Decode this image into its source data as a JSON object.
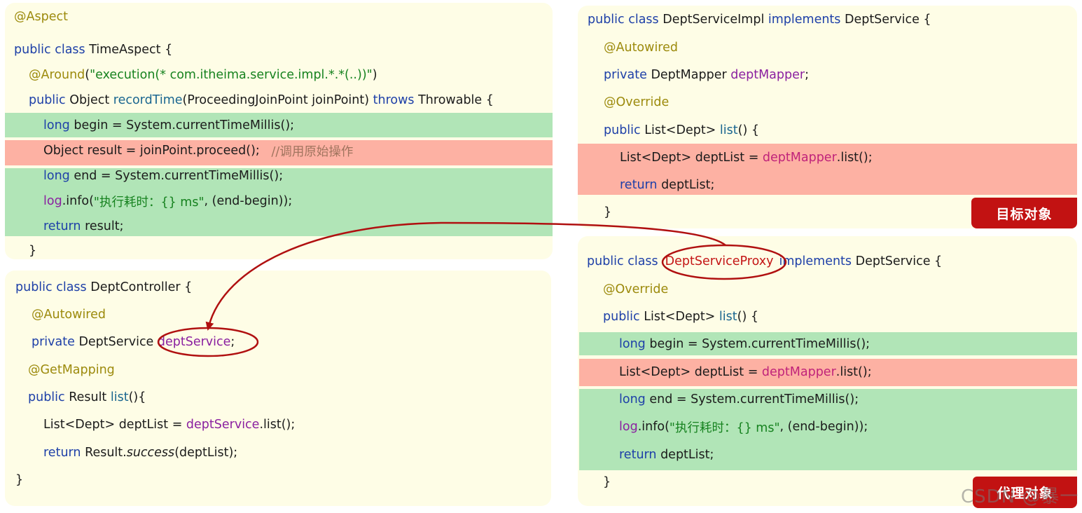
{
  "aspect_panel": {
    "l1": "@Aspect",
    "l2_kw": "public class",
    "l2_name": " TimeAspect {",
    "l3_ann": "@Around",
    "l3_open": "(",
    "l3_str": "\"execution(* com.itheima.service.impl.*.*(..))\"",
    "l3_close": ")",
    "l4_kw": "public",
    "l4_type": " Object ",
    "l4_method": "recordTime",
    "l4_params": "(ProceedingJoinPoint joinPoint) ",
    "l4_throws": "throws",
    "l4_end": " Throwable {",
    "l5_kw": "long",
    "l5_rest": " begin = System.currentTimeMillis();",
    "l6_code": "Object result = joinPoint.proceed();   ",
    "l6_comment": "//调用原始操作",
    "l7_kw": "long",
    "l7_rest": " end = System.currentTimeMillis();",
    "l8_log": "log",
    "l8_info": ".info(",
    "l8_str": "\"执行耗时：{} ms\"",
    "l8_rest": ", (end-begin));",
    "l9_kw": "return",
    "l9_rest": " result;",
    "l10": "}"
  },
  "controller_panel": {
    "l1_kw": "public class",
    "l1_rest": " DeptController {",
    "l2_ann": "@Autowired",
    "l3_kw": "private",
    "l3_type": " DeptService ",
    "l3_field": "deptService",
    "l3_end": ";",
    "l4_ann": "@GetMapping",
    "l5_kw": "public",
    "l5_type": " Result ",
    "l5_method": "list",
    "l5_end": "(){",
    "l6_start": "List<Dept> deptList = ",
    "l6_field": "deptService",
    "l6_end": ".list();",
    "l7_kw": "return",
    "l7_mid": " Result.",
    "l7_it": "success",
    "l7_end": "(deptList);",
    "l8": "}"
  },
  "impl_panel": {
    "l1_kw": "public class",
    "l1_name": " DeptServiceImpl ",
    "l1_impl": "implements",
    "l1_end": " DeptService {",
    "l2_ann": "@Autowired",
    "l3_kw": "private",
    "l3_type": " DeptMapper ",
    "l3_field": "deptMapper",
    "l3_end": ";",
    "l4_ann": "@Override",
    "l5_kw": "public",
    "l5_type": " List<Dept> ",
    "l5_method": "list",
    "l5_end": "() {",
    "l6_start": "List<Dept> deptList = ",
    "l6_field": "deptMapper",
    "l6_end": ".list();",
    "l7_kw": "return",
    "l7_rest": " deptList;",
    "l8": "}",
    "tag": "目标对象"
  },
  "proxy_panel": {
    "l1_kw": "public class",
    "l1_name": "DeptServiceProxy",
    "l1_impl": "implements",
    "l1_end": " DeptService {",
    "l2_ann": "@Override",
    "l3_kw": "public",
    "l3_type": " List<Dept> ",
    "l3_method": "list",
    "l3_end": "() {",
    "l4_kw": "long",
    "l4_rest": " begin = System.currentTimeMillis();",
    "l5_start": "List<Dept> deptList = ",
    "l5_field": "deptMapper",
    "l5_end": ".list();",
    "l6_kw": "long",
    "l6_rest": " end = System.currentTimeMillis();",
    "l7_log": "log",
    "l7_info": ".info(",
    "l7_str": "\"执行耗时：{} ms\"",
    "l7_rest": ", (end-begin));",
    "l8_kw": "return",
    "l8_rest": " deptList;",
    "l9": "}",
    "tag": "代理对象"
  },
  "watermark": "CSDN @暴一",
  "colors": {
    "panel_bg": "#fefde6",
    "highlight_green": "#b1e5b7",
    "highlight_red": "#fdb1a3",
    "keyword": "#1e40a8",
    "annotation": "#9c8a0c",
    "string": "#16821f",
    "field": "#8a1fa0",
    "tag_bg": "#c21212",
    "arrow": "#b01010"
  }
}
